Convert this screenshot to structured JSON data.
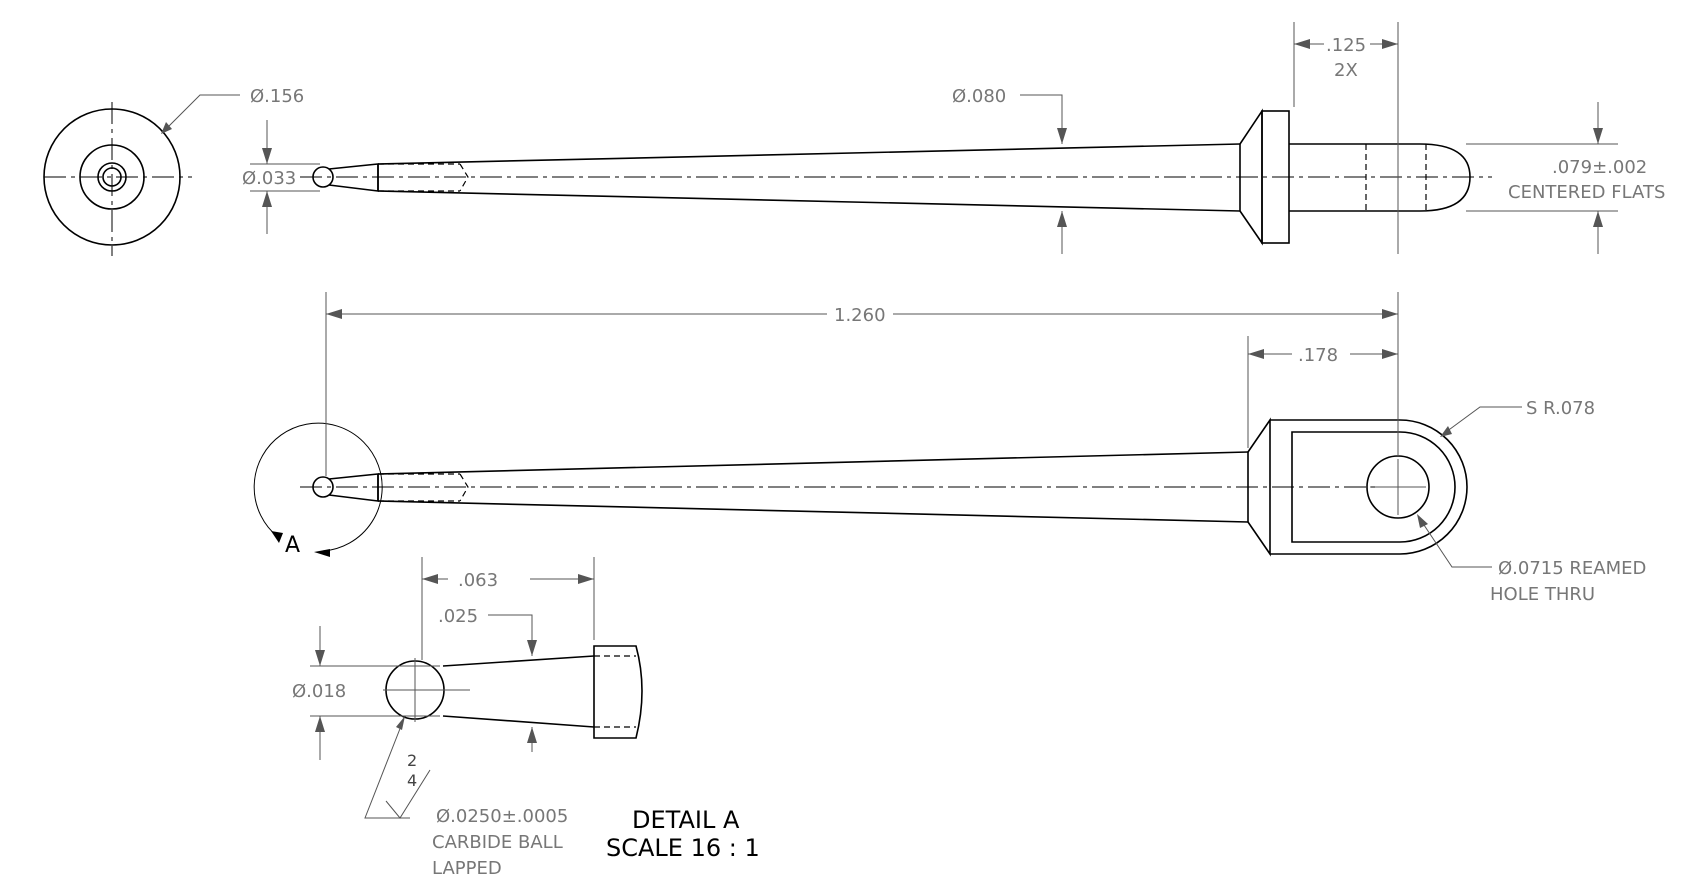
{
  "end_view": {
    "dia_label": "Ø.156"
  },
  "top_view": {
    "tip_dia": "Ø.033",
    "shank_dia": "Ø.080",
    "flat_width": ".125",
    "flat_count": "2X",
    "flats_dim": ".079±.002",
    "flats_note": "CENTERED FLATS"
  },
  "side_view": {
    "overall_length": "1.260",
    "eye_length": ".178",
    "sphere_radius": "S R.078",
    "hole_dia": "Ø.0715 REAMED",
    "hole_note": "HOLE THRU",
    "detail_marker": "A"
  },
  "detail": {
    "len_overall": ".063",
    "len_ball": ".025",
    "ball_dia": "Ø.018",
    "finish_top": "2",
    "finish_bottom": "4",
    "ball_spec": "Ø.0250±.0005",
    "ball_material": "CARBIDE BALL",
    "ball_finish": "LAPPED",
    "title": "DETAIL A",
    "scale": "SCALE 16 : 1"
  }
}
